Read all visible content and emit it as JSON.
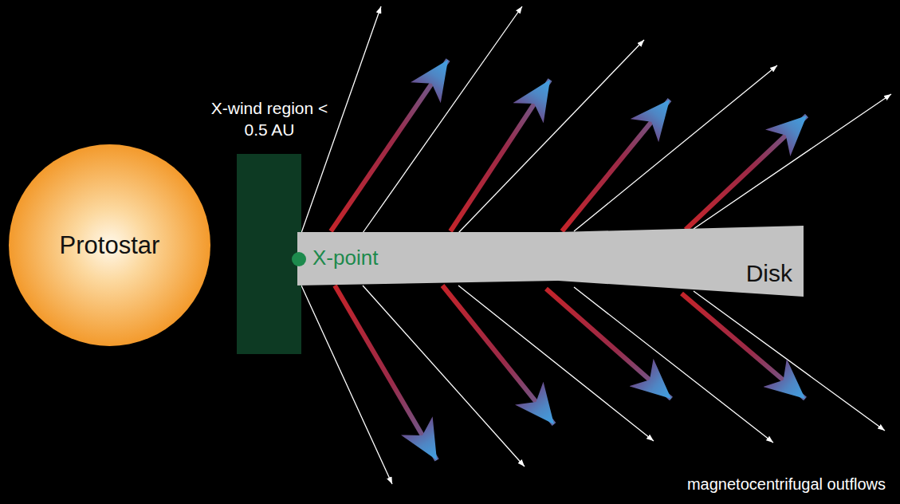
{
  "diagram": {
    "nodes": [
      {
        "text": [
          "Protostar"
        ]
      },
      {
        "text": [
          "X-wind region < 0.5 AU"
        ]
      },
      {
        "text": [
          "Disk"
        ]
      }
    ],
    "labels": [
      "X-point",
      "magnetocentrifugal outflows"
    ]
  }
}
